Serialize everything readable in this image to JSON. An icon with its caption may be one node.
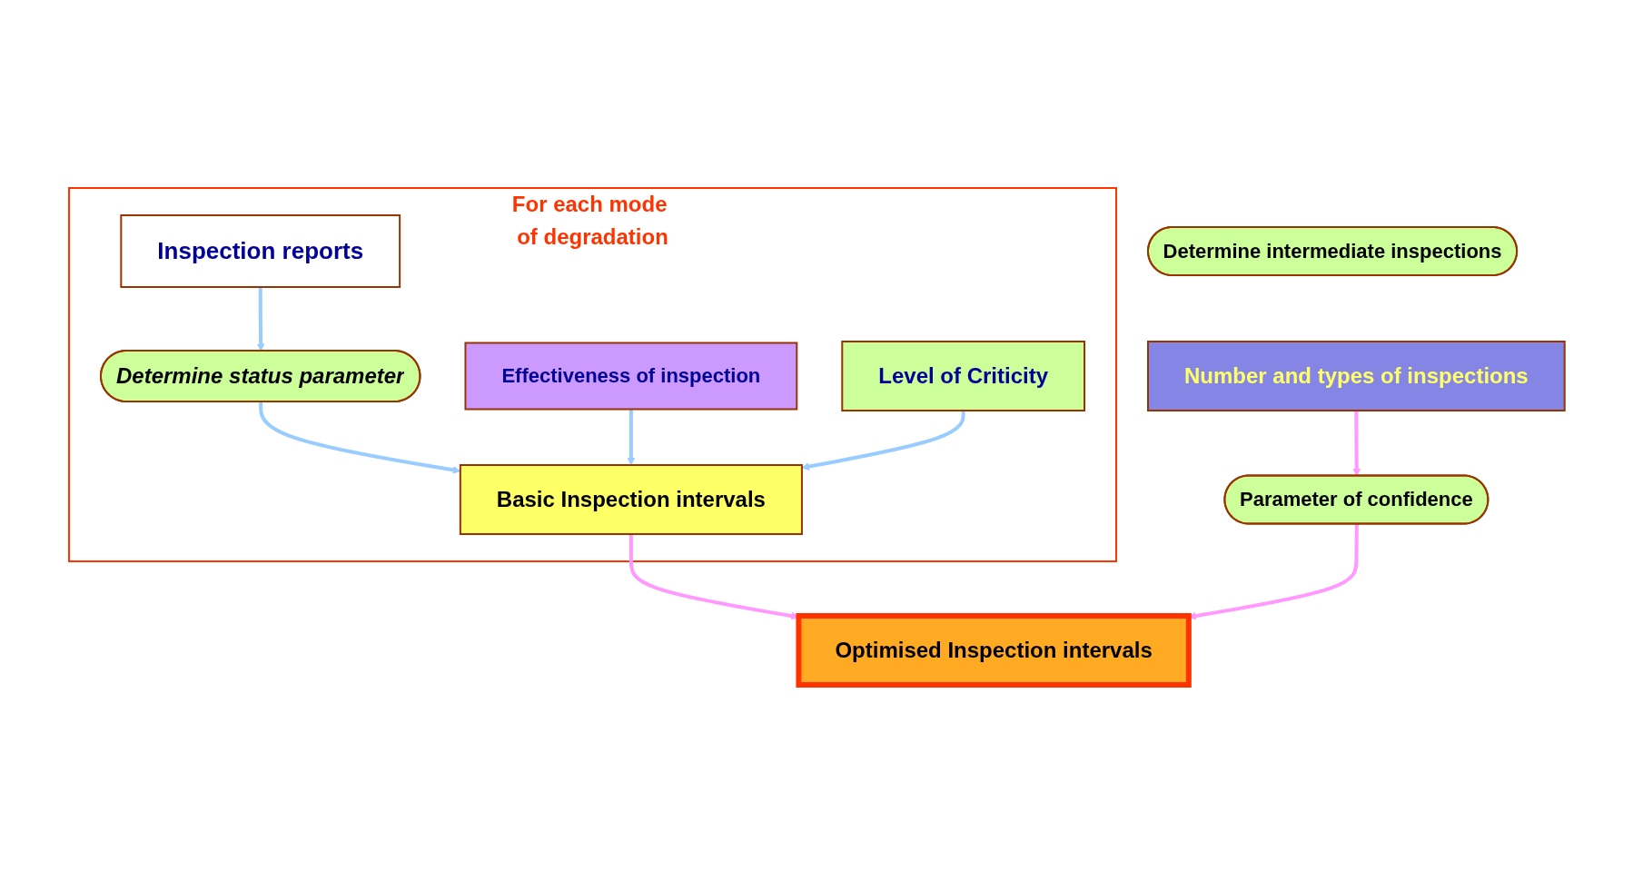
{
  "diagram": {
    "nodes": [
      {
        "text": [
          "For each mode of degradation"
        ]
      },
      {
        "text": [
          "Inspection reports"
        ],
        "in": 0
      },
      {
        "text": [
          "Determine status parameter"
        ],
        "in": 0
      },
      {
        "text": [
          "Effectiveness of inspection"
        ],
        "in": 0
      },
      {
        "text": [
          "Level of Criticity"
        ],
        "in": 0
      },
      {
        "text": [
          "Basic Inspection intervals"
        ],
        "in": 0
      },
      {
        "text": [
          "Number and types of inspections"
        ]
      },
      {
        "text": [
          "Optimised Inspection intervals"
        ]
      },
      {
        "text": [
          "Parameter of confidence"
        ]
      },
      {
        "text": [
          "Determine intermediate inspections"
        ]
      }
    ],
    "edges": [
      {
        "from": 1,
        "to": 2,
        "arrow": "to"
      },
      {
        "from": 2,
        "to": 5,
        "arrow": "to"
      },
      {
        "from": 3,
        "to": 5,
        "arrow": "to"
      },
      {
        "from": 4,
        "to": 5,
        "arrow": "to"
      },
      {
        "from": 5,
        "to": 7,
        "arrow": "to",
        "color": "#ff99ff"
      },
      {
        "from": 6,
        "to": 8,
        "arrow": "to",
        "color": "#ff99ff"
      },
      {
        "from": 8,
        "to": 7,
        "arrow": "to",
        "color": "#ff99ff"
      }
    ]
  }
}
